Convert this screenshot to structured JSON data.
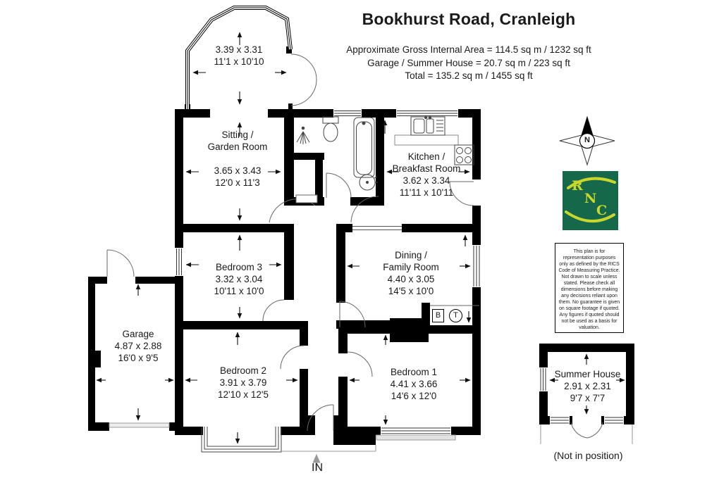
{
  "header": {
    "title": "Bookhurst Road, Cranleigh",
    "area_line1": "Approximate Gross Internal Area = 114.5 sq m / 1232 sq ft",
    "area_line2": "Garage / Summer House = 20.7 sq m / 223 sq ft",
    "area_line3": "Total = 135.2 sq m / 1455 sq ft"
  },
  "rooms": {
    "bay": {
      "dims_m": "3.39 x 3.31",
      "dims_ft": "11'1 x 10'10"
    },
    "sitting": {
      "name1": "Sitting /",
      "name2": "Garden Room",
      "dims_m": "3.65 x 3.43",
      "dims_ft": "12'0 x 11'3"
    },
    "kitchen": {
      "name1": "Kitchen /",
      "name2": "Breakfast Room",
      "dims_m": "3.62 x 3.34",
      "dims_ft": "11'11 x 10'11"
    },
    "bedroom3": {
      "name1": "Bedroom 3",
      "dims_m": "3.32 x 3.04",
      "dims_ft": "10'11 x 10'0"
    },
    "dining": {
      "name1": "Dining /",
      "name2": "Family Room",
      "dims_m": "4.40 x 3.05",
      "dims_ft": "14'5 x 10'0"
    },
    "garage": {
      "name1": "Garage",
      "dims_m": "4.87 x 2.88",
      "dims_ft": "16'0 x 9'5"
    },
    "bedroom2": {
      "name1": "Bedroom 2",
      "dims_m": "3.91 x 3.79",
      "dims_ft": "12'10 x 12'5"
    },
    "bedroom1": {
      "name1": "Bedroom 1",
      "dims_m": "4.41 x 3.66",
      "dims_ft": "14'6 x 12'0"
    },
    "summer_house": {
      "name1": "Summer House",
      "dims_m": "2.91 x 2.31",
      "dims_ft": "9'7 x 7'7",
      "note": "(Not in position)"
    }
  },
  "annotations": {
    "entrance": "IN",
    "boiler": "B",
    "tank": "T",
    "compass_north": "N"
  },
  "logo": {
    "letter1": "R",
    "letter2": "N",
    "letter3": "C",
    "bg_color": "#15684a",
    "fg_color": "#c9d62e"
  },
  "disclaimer": "This plan is for representation purposes only as defined by the RICS Code of Measuring Practice. Not drawn to scale unless stated. Please check all dimensions before making any decisions reliant upon them. No guarantee is given on square footage if quoted. Any figures if quoted should not be used as a basis for valuation."
}
